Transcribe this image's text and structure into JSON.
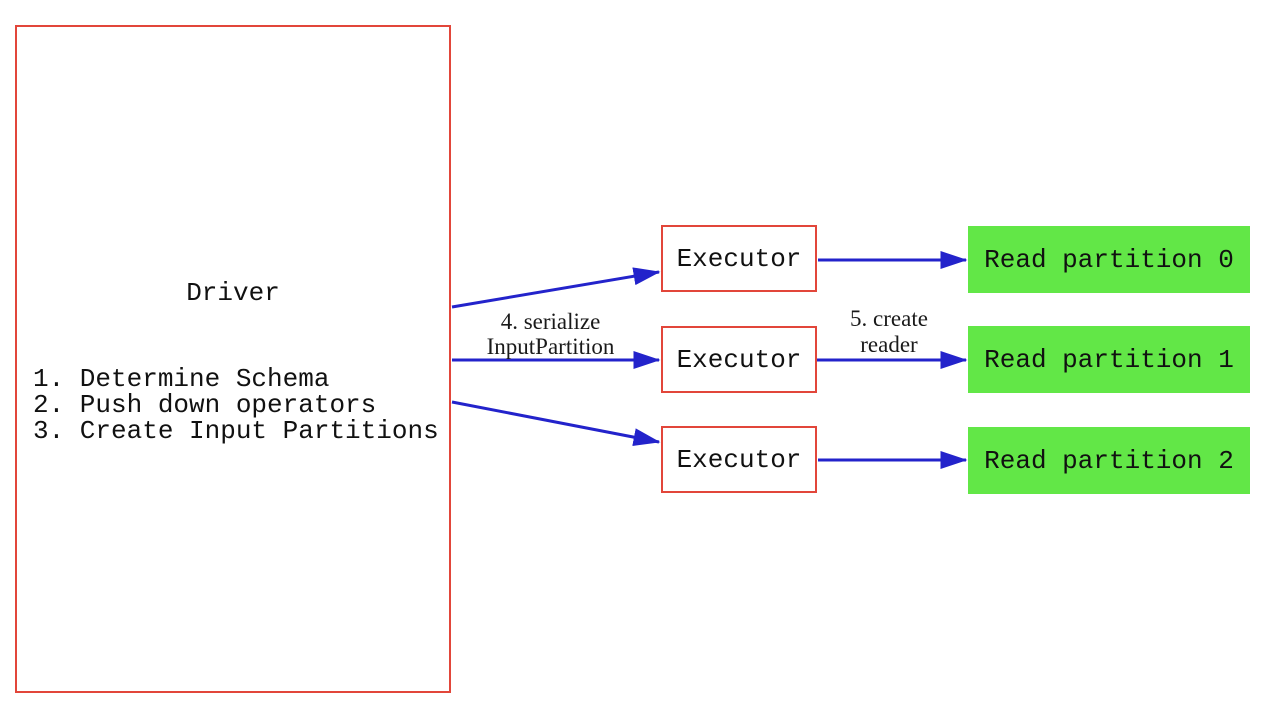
{
  "diagram": {
    "driver": {
      "title": "Driver",
      "steps": [
        "1. Determine Schema",
        "2. Push down operators",
        "3. Create Input Partitions"
      ]
    },
    "executors": [
      "Executor",
      "Executor",
      "Executor"
    ],
    "partitions": [
      "Read partition 0",
      "Read partition 1",
      "Read partition 2"
    ],
    "annotations": {
      "serialize_line1": "4. serialize",
      "serialize_line2": "InputPartition",
      "create_reader_line1": "5. create",
      "create_reader_line2": "reader"
    },
    "colors": {
      "box_border_red": "#e2463a",
      "arrow_blue": "#2323cb",
      "partition_green": "#62e747",
      "text": "#111111"
    }
  }
}
